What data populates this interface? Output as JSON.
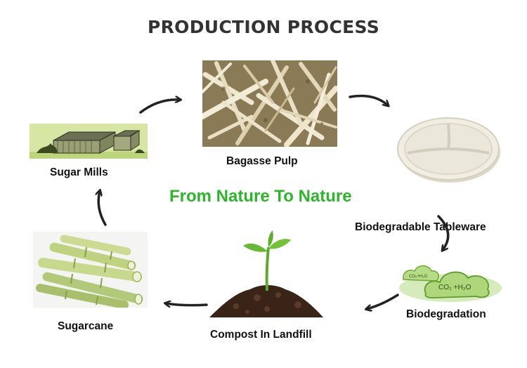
{
  "title": "PRODUCTION PROCESS",
  "tagline": "From Nature To Nature",
  "stages": [
    {
      "id": "sugar-mills",
      "label": "Sugar Mills"
    },
    {
      "id": "bagasse-pulp",
      "label": "Bagasse Pulp"
    },
    {
      "id": "biodegradable-tableware",
      "label": "Biodegradable Tableware"
    },
    {
      "id": "biodegradation",
      "label": "Biodegradation"
    },
    {
      "id": "compost-in-landfill",
      "label": "Compost In Landfill"
    },
    {
      "id": "sugarcane",
      "label": "Sugarcane"
    }
  ],
  "biodegradation_clouds": {
    "small": "CO₂+H₂O",
    "large": "CO₂ +H₂O"
  },
  "colors": {
    "tagline": "#2db62b",
    "title": "#333333",
    "arrow": "#222222",
    "cloud": "#8ec63f"
  },
  "icons": [
    "factory-icon",
    "bagasse-fiber-image",
    "plate-icon",
    "cloud-icon",
    "sprout-icon",
    "sugarcane-icon",
    "curved-arrow-icon"
  ]
}
